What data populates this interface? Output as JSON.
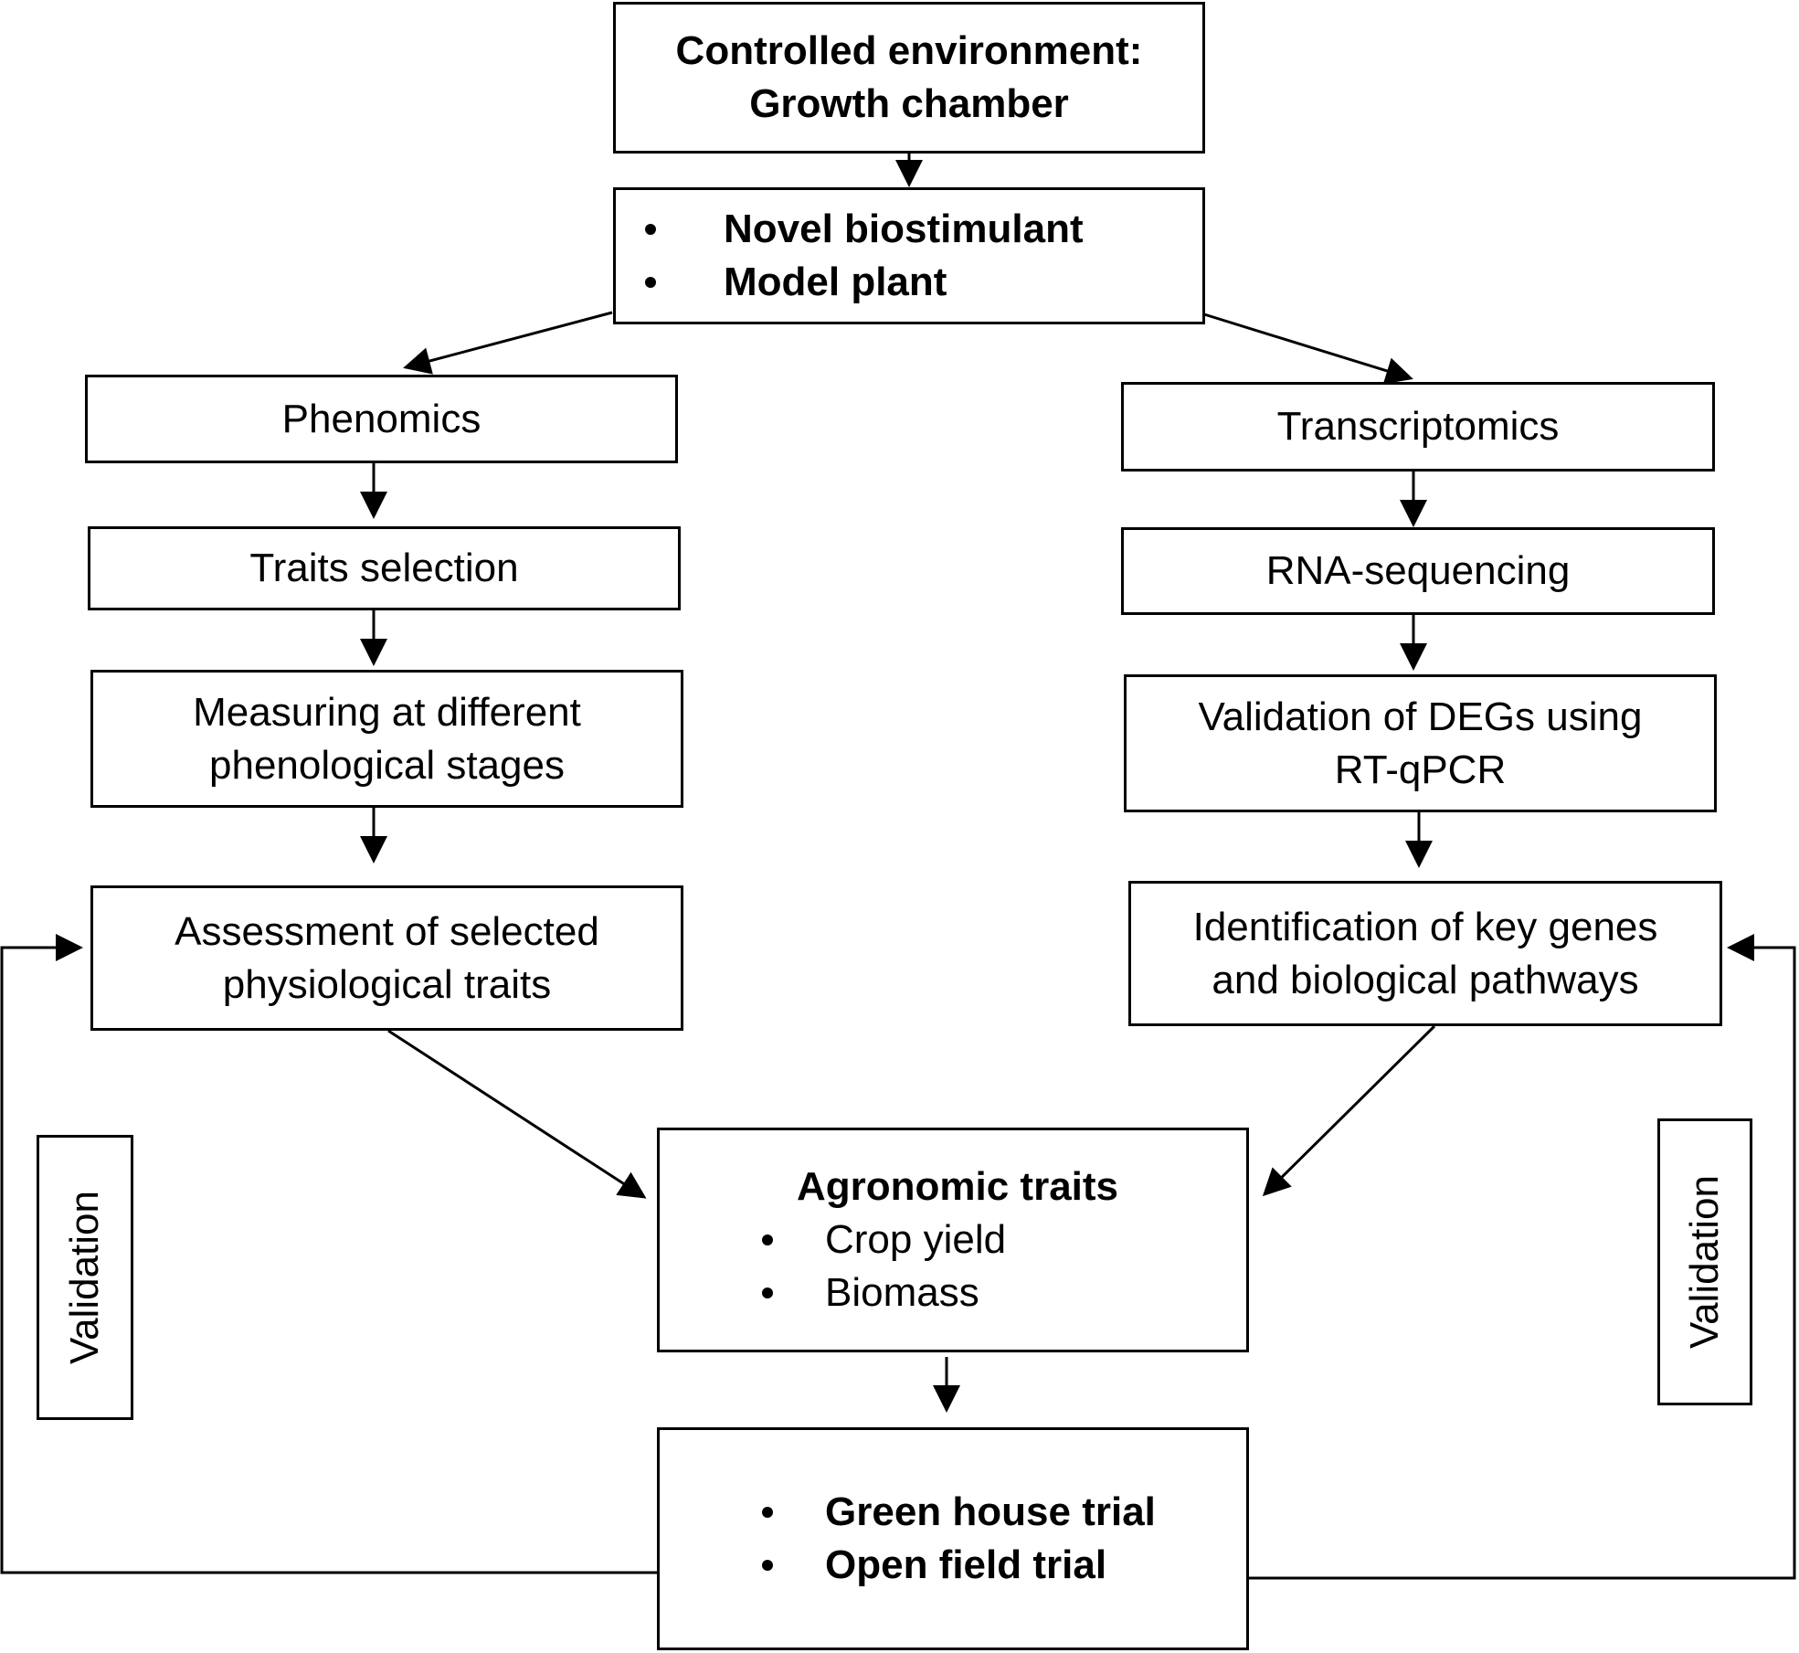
{
  "nodes": {
    "controlled": {
      "line1": "Controlled environment:",
      "line2": "Growth chamber"
    },
    "inputs": {
      "items": [
        "Novel biostimulant",
        "Model plant"
      ]
    },
    "phenomics": {
      "label": "Phenomics"
    },
    "traits_selection": {
      "label": "Traits selection"
    },
    "measuring": {
      "line1": "Measuring at different",
      "line2": "phenological stages"
    },
    "assessment": {
      "line1": "Assessment of selected",
      "line2": "physiological traits"
    },
    "transcriptomics": {
      "label": "Transcriptomics"
    },
    "rna_seq": {
      "label": "RNA-sequencing"
    },
    "validation_degs": {
      "line1": "Validation of DEGs using",
      "line2": "RT-qPCR"
    },
    "identification": {
      "line1": "Identification of key genes",
      "line2": "and biological pathways"
    },
    "agronomic": {
      "title": "Agronomic traits",
      "items": [
        "Crop yield",
        "Biomass"
      ]
    },
    "trials": {
      "items": [
        "Green house trial",
        "Open field trial"
      ]
    },
    "validation_left": {
      "label": "Validation"
    },
    "validation_right": {
      "label": "Validation"
    }
  }
}
